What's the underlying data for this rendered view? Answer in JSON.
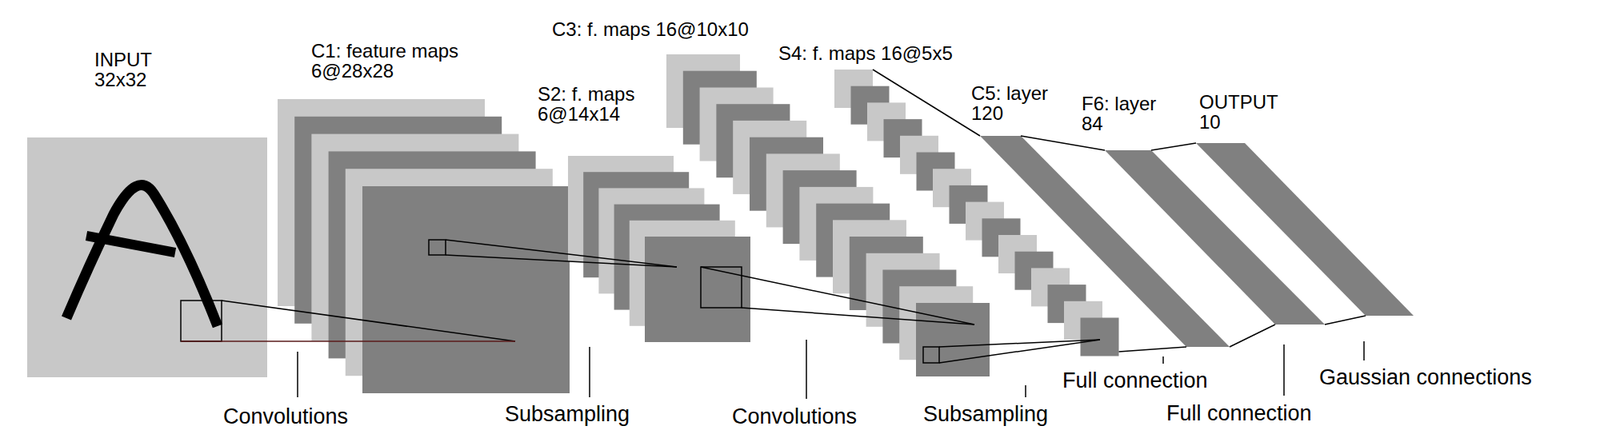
{
  "diagram": {
    "nodes": [
      {
        "text": [
          "INPUT 32x32"
        ]
      },
      {
        "text": [
          "C1: feature maps 6@28x28"
        ]
      },
      {
        "text": [
          "S2: f. maps 6@14x14"
        ]
      },
      {
        "text": [
          "C3: f. maps 16@10x10"
        ]
      },
      {
        "text": [
          "S4: f. maps 16@5x5"
        ]
      },
      {
        "text": [
          "C5: layer 120"
        ]
      },
      {
        "text": [
          "F6: layer 84"
        ]
      },
      {
        "text": [
          "OUTPUT 10"
        ]
      }
    ],
    "labels": [
      "Convolutions",
      "Subsampling",
      "Convolutions",
      "Subsampling",
      "Full connection",
      "Full connection",
      "Gaussian connections"
    ]
  }
}
